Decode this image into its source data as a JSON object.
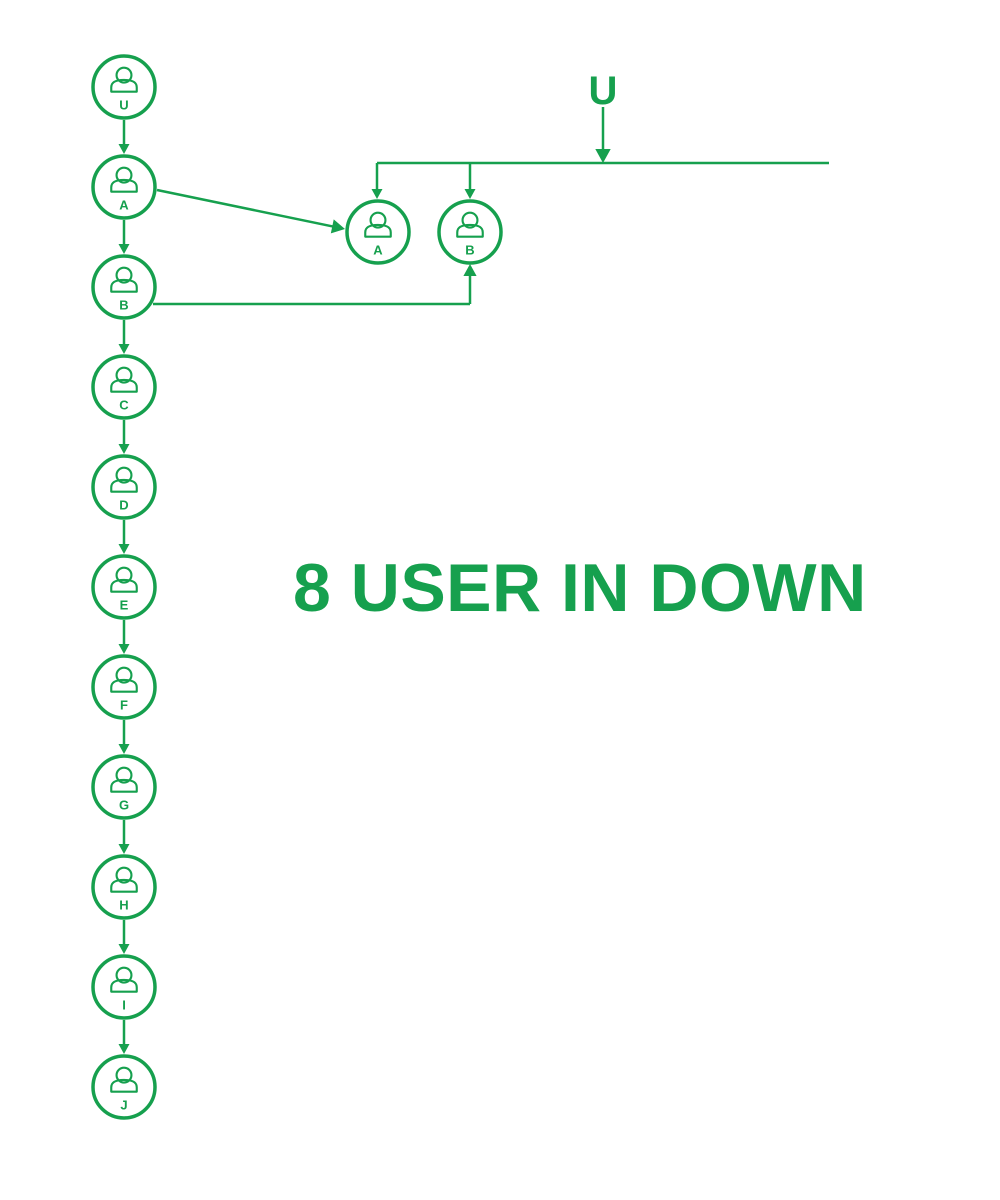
{
  "colors": {
    "accent": "#16a04e",
    "background": "#ffffff"
  },
  "icon": "user-icon",
  "headline": "8 USER IN DOWN",
  "top_label": "U",
  "chain": [
    "U",
    "A",
    "B",
    "C",
    "D",
    "E",
    "F",
    "G",
    "H",
    "I",
    "J"
  ],
  "down_users": [
    "A",
    "B"
  ]
}
